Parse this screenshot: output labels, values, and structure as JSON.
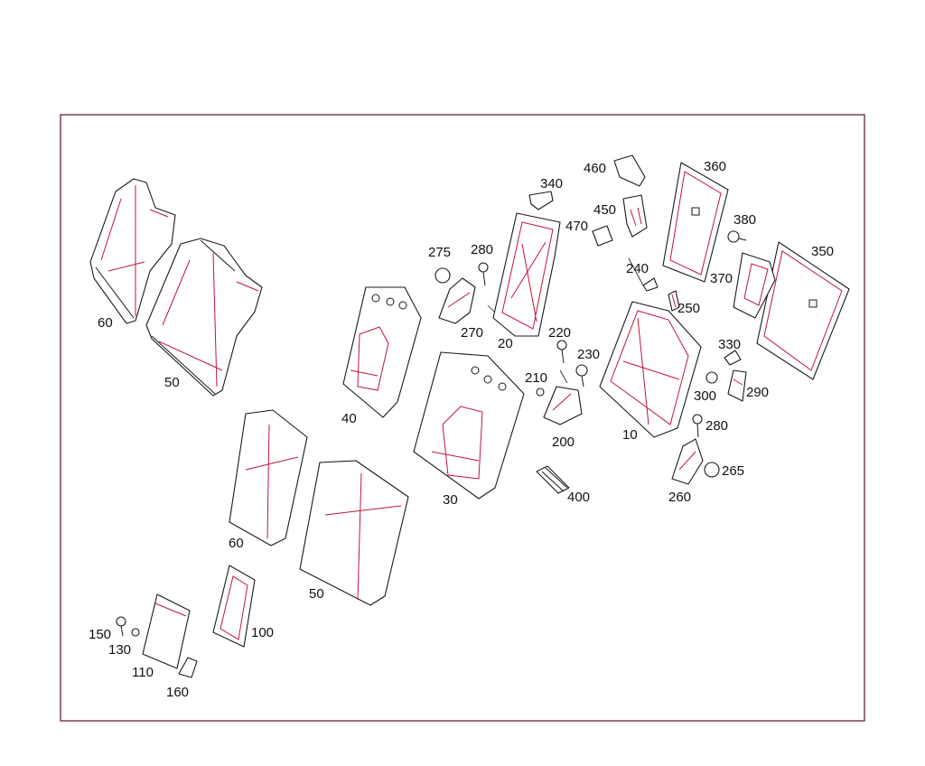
{
  "callouts": [
    {
      "id": "c60a",
      "text": "60"
    },
    {
      "id": "c50a",
      "text": "50"
    },
    {
      "id": "c40",
      "text": "40"
    },
    {
      "id": "c30",
      "text": "30"
    },
    {
      "id": "c60b",
      "text": "60"
    },
    {
      "id": "c50b",
      "text": "50"
    },
    {
      "id": "c100",
      "text": "100"
    },
    {
      "id": "c150",
      "text": "150"
    },
    {
      "id": "c130",
      "text": "130"
    },
    {
      "id": "c110",
      "text": "110"
    },
    {
      "id": "c160",
      "text": "160"
    },
    {
      "id": "c275",
      "text": "275"
    },
    {
      "id": "c280a",
      "text": "280"
    },
    {
      "id": "c270",
      "text": "270"
    },
    {
      "id": "c20",
      "text": "20"
    },
    {
      "id": "c340",
      "text": "340"
    },
    {
      "id": "c460",
      "text": "460"
    },
    {
      "id": "c450",
      "text": "450"
    },
    {
      "id": "c470",
      "text": "470"
    },
    {
      "id": "c360",
      "text": "360"
    },
    {
      "id": "c380",
      "text": "380"
    },
    {
      "id": "c350",
      "text": "350"
    },
    {
      "id": "c370",
      "text": "370"
    },
    {
      "id": "c240",
      "text": "240"
    },
    {
      "id": "c250",
      "text": "250"
    },
    {
      "id": "c220",
      "text": "220"
    },
    {
      "id": "c230",
      "text": "230"
    },
    {
      "id": "c210",
      "text": "210"
    },
    {
      "id": "c200",
      "text": "200"
    },
    {
      "id": "c10",
      "text": "10"
    },
    {
      "id": "c330",
      "text": "330"
    },
    {
      "id": "c300",
      "text": "300"
    },
    {
      "id": "c290",
      "text": "290"
    },
    {
      "id": "c280b",
      "text": "280"
    },
    {
      "id": "c265",
      "text": "265"
    },
    {
      "id": "c260",
      "text": "260"
    },
    {
      "id": "c400",
      "text": "400"
    }
  ]
}
